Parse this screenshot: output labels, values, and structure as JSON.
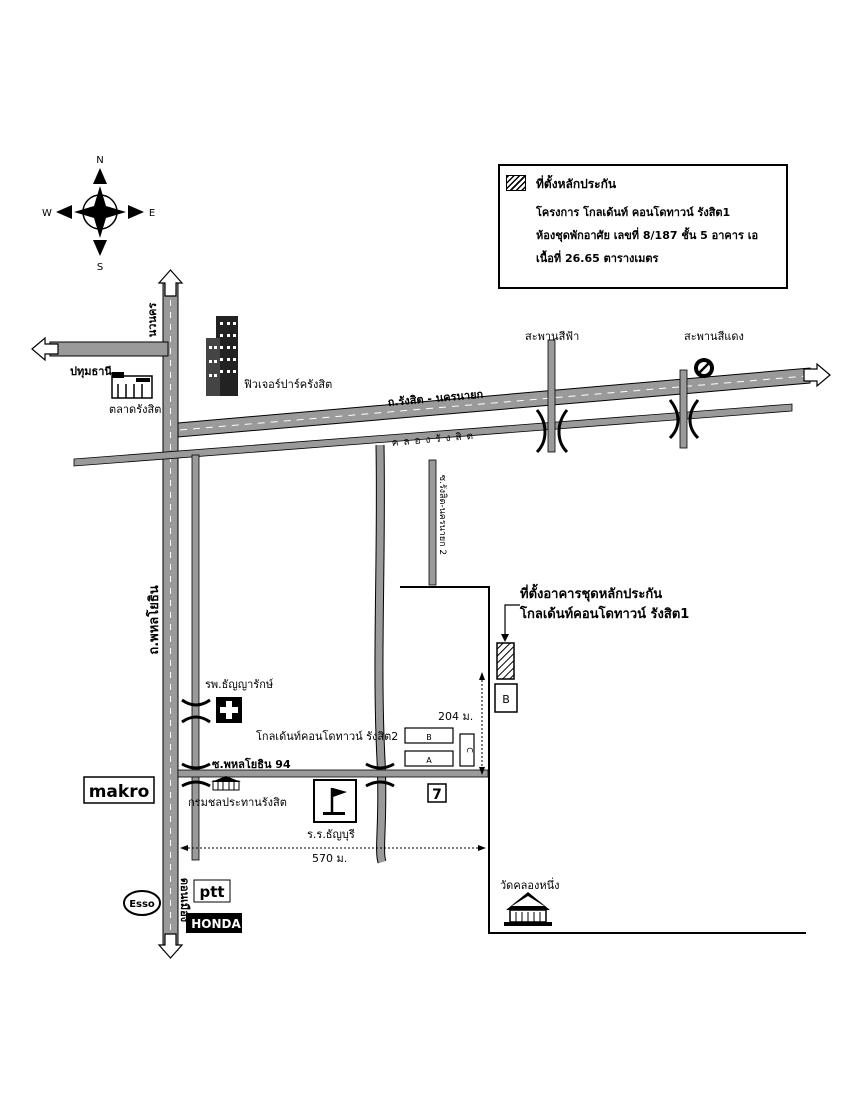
{
  "compass": {
    "n": "N",
    "s": "S",
    "e": "E",
    "w": "W"
  },
  "legend": {
    "lines": [
      "ที่ตั้งหลักประกัน",
      "โครงการ โกลเด้นท์ คอนโดทาวน์ รังสิต1",
      "ห้องชุดพักอาศัย เลขที่ 8/187 ชั้น 5 อาคาร เอ",
      "เนื้อที่ 26.65 ตารางเมตร"
    ]
  },
  "roads": {
    "nava_nakorn": "นวนคร",
    "phahonyothin": "ถ.พหลโยธิน",
    "rangsit_nakhonnayok": "ถ.รังสิต - นครนายก",
    "khlong_rangsit": "คลองรังสิต",
    "soi_rangsit_nakhonnayok_2": "ซ.รังสิต-นครนายก 2",
    "soi_phahonyothin_94": "ซ.พหลโยธิน 94",
    "don_mueang": "ดอนเมือง",
    "pathum_thani": "ปทุมธานี"
  },
  "labels": {
    "future_park": "ฟิวเจอร์ปาร์ครังสิต",
    "talat_rangsit": "ตลาดรังสิต",
    "sky_bridge": "สะพานสีฟ้า",
    "red_bridge": "สะพานสีแดง",
    "property_line1": "ที่ตั้งอาคารชุดหลักประกัน",
    "property_line2": "โกลเด้นท์คอนโดทาวน์ รังสิต1",
    "hospital": "รพ.ธัญญารักษ์",
    "golden_condo_2": "โกลเด้นท์คอนโดทาวน์ รังสิต2",
    "irrigation_dept": "กรมชลประทานรังสิต",
    "school": "ร.ร.ธัญบุรี",
    "wat": "วัดคลองหนึ่ง",
    "dist_204": "204 ม.",
    "dist_570": "570 ม.",
    "bld_a": "A",
    "bld_b": "B",
    "bld_c": "C",
    "bld_b_property": "B"
  },
  "logos": {
    "makro": "makro",
    "esso": "Esso",
    "ptt": "ptt",
    "honda": "HONDA"
  }
}
